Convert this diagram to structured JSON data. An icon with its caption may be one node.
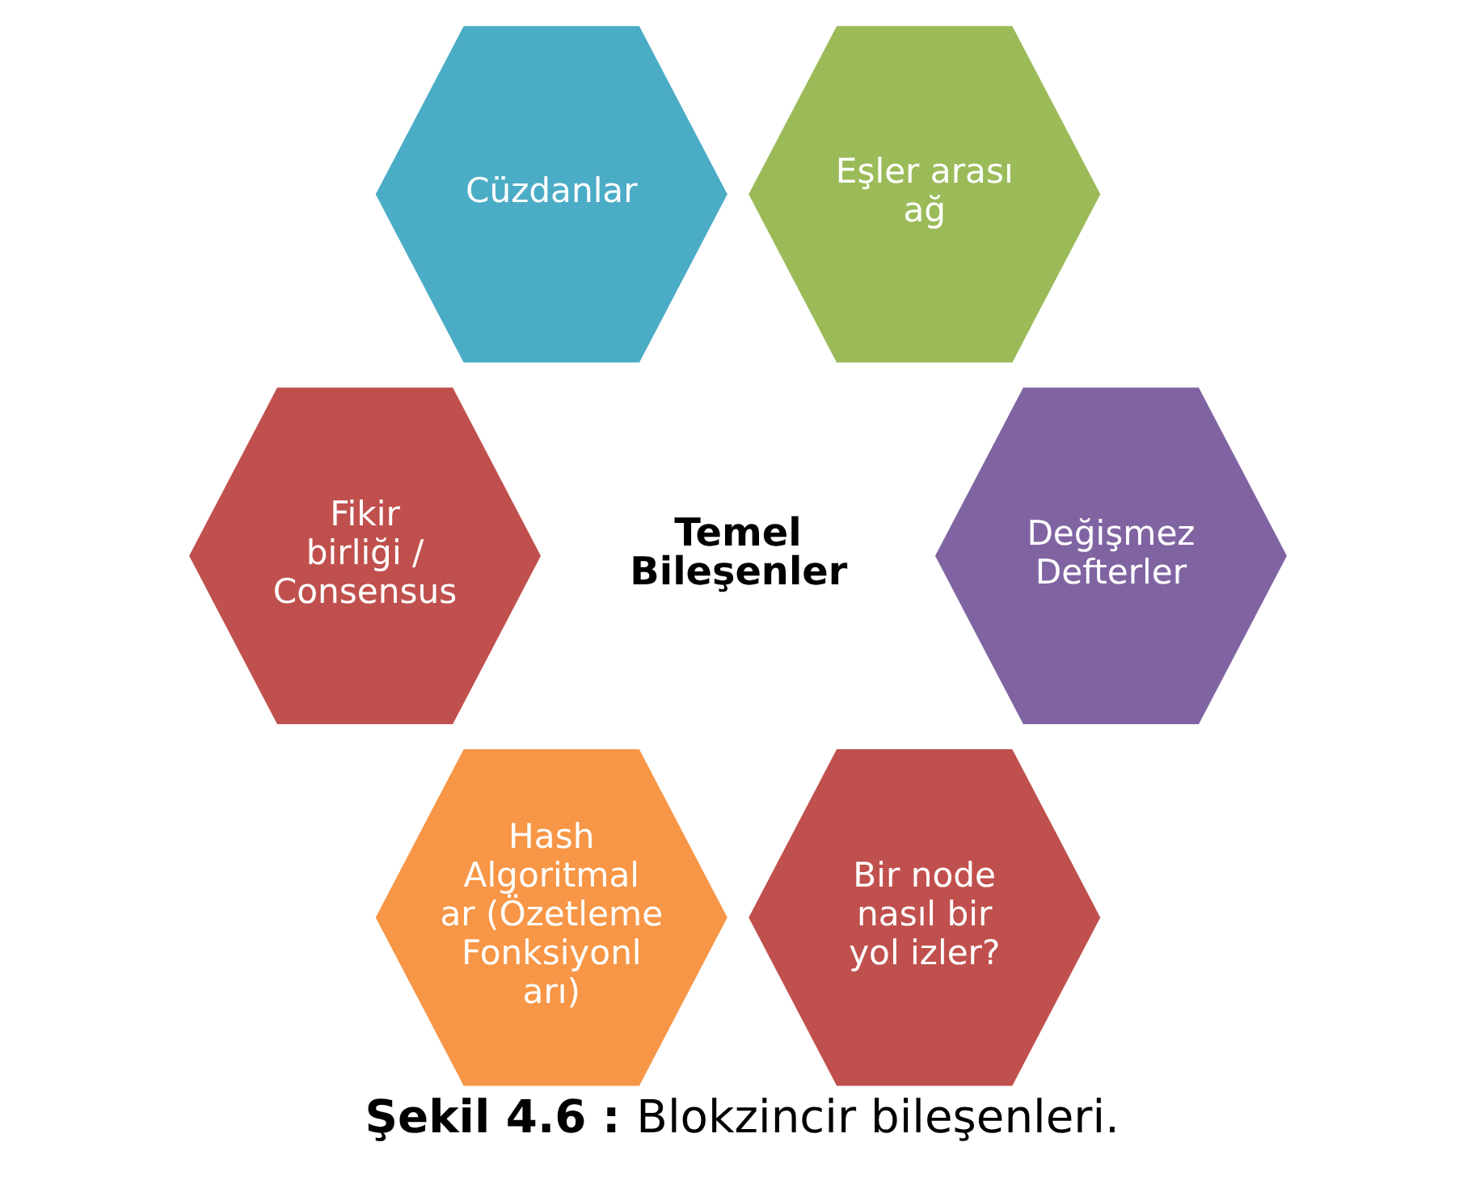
{
  "diagram": {
    "caption": "**Şekil 4.6 :** Blokzincir bileşenleri.",
    "nodes": [
      {
        "text": [
          "Cüzdanlar"
        ]
      },
      {
        "text": [
          "Eşler arası ağ"
        ]
      },
      {
        "text": [
          "Fikir birliği / Consensus"
        ]
      },
      {
        "text": [
          "Değişmez Defterler"
        ]
      },
      {
        "text": [
          "Hash Algoritmal ar (Özetleme Fonksiyonl arı)"
        ]
      },
      {
        "text": [
          "Bir node nasıl bir yol izler?"
        ]
      }
    ],
    "labels": [
      "Temel Bileşenler"
    ]
  }
}
